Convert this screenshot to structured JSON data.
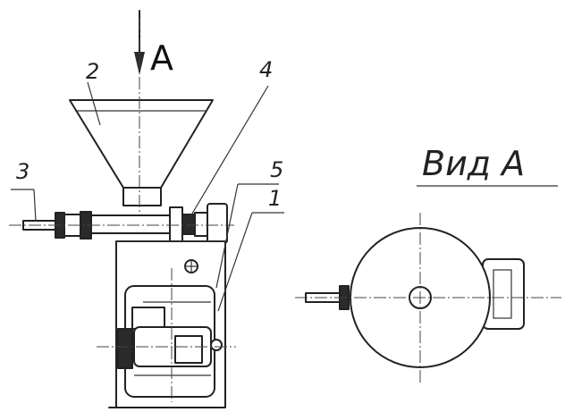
{
  "view": {
    "arrow_letter": "A",
    "title": "Вид А"
  },
  "callouts": [
    "1",
    "2",
    "3",
    "4",
    "5"
  ],
  "colors": {
    "ink": "#222222",
    "paper": "#ffffff"
  }
}
